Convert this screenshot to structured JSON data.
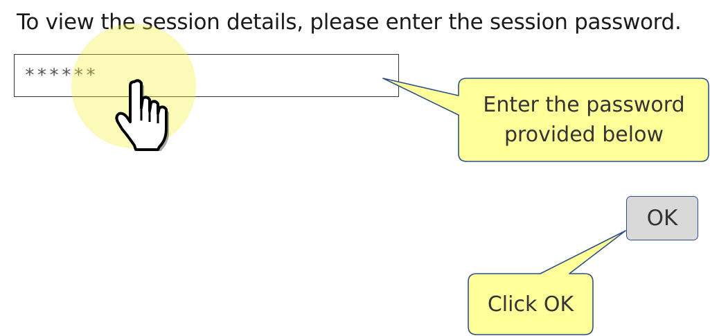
{
  "instruction": "To view the session details, please enter the session password.",
  "password_field": {
    "value": "******"
  },
  "callouts": {
    "password_hint_line1": "Enter the password",
    "password_hint_line2": "provided below",
    "ok_hint": "Click OK"
  },
  "ok_button": {
    "label": "OK"
  },
  "colors": {
    "callout_fill": "#ffff99",
    "callout_border": "#2f4f8a",
    "highlight": "#f5f028",
    "button_fill": "#d9d9d9"
  },
  "icons": {
    "cursor": "hand-pointer-icon"
  }
}
